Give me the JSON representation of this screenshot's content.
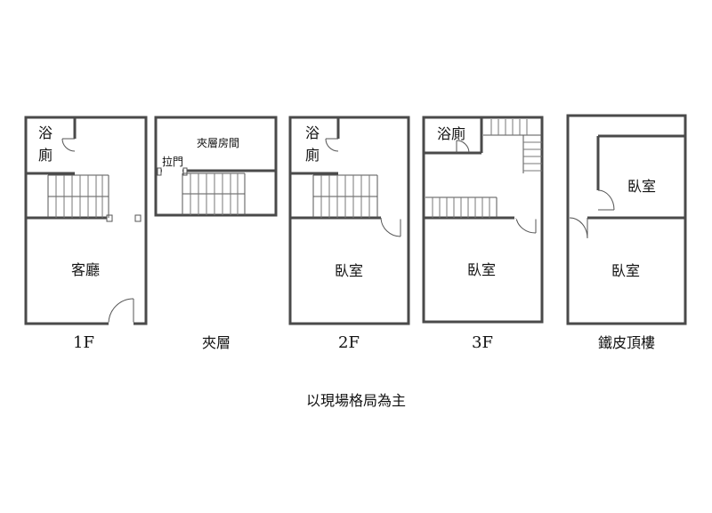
{
  "floors": {
    "f1": {
      "caption": "1F",
      "bath_line1": "浴",
      "bath_line2": "廁",
      "living": "客廳"
    },
    "mezz": {
      "caption": "夾層",
      "room": "夾層房間",
      "sliding_door": "拉門"
    },
    "f2": {
      "caption": "2F",
      "bath_line1": "浴",
      "bath_line2": "廁",
      "bedroom": "臥室"
    },
    "f3": {
      "caption": "3F",
      "bath": "浴廁",
      "bedroom": "臥室"
    },
    "roof": {
      "caption": "鐵皮頂樓",
      "bedroom_upper": "臥室",
      "bedroom_lower": "臥室"
    }
  },
  "note": "以現場格局為主"
}
